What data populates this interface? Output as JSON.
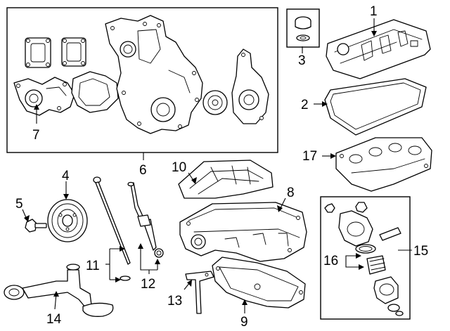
{
  "diagram": {
    "callouts": [
      "1",
      "2",
      "3",
      "4",
      "5",
      "6",
      "7",
      "8",
      "9",
      "10",
      "11",
      "12",
      "13",
      "14",
      "15",
      "16",
      "17"
    ],
    "parts": {
      "p1": "valve-cover",
      "p2": "valve-cover-gasket",
      "p3": "oil-filler-cap-and-seal",
      "p4": "crankshaft-pulley",
      "p5": "pulley-bolt",
      "p6": "timing-cover-assembly",
      "p7": "water-pump",
      "p8": "upper-oil-pan",
      "p9": "lower-oil-pan",
      "p10": "oil-baffle-plate",
      "p11": "dipstick",
      "p12": "dipstick-tube",
      "p13": "dipstick-tube-bracket",
      "p14": "oil-pickup-tube",
      "p15": "oil-filter-housing-kit",
      "p16": "oil-filter-cartridge",
      "p17": "intake-manifold-gasket"
    }
  }
}
